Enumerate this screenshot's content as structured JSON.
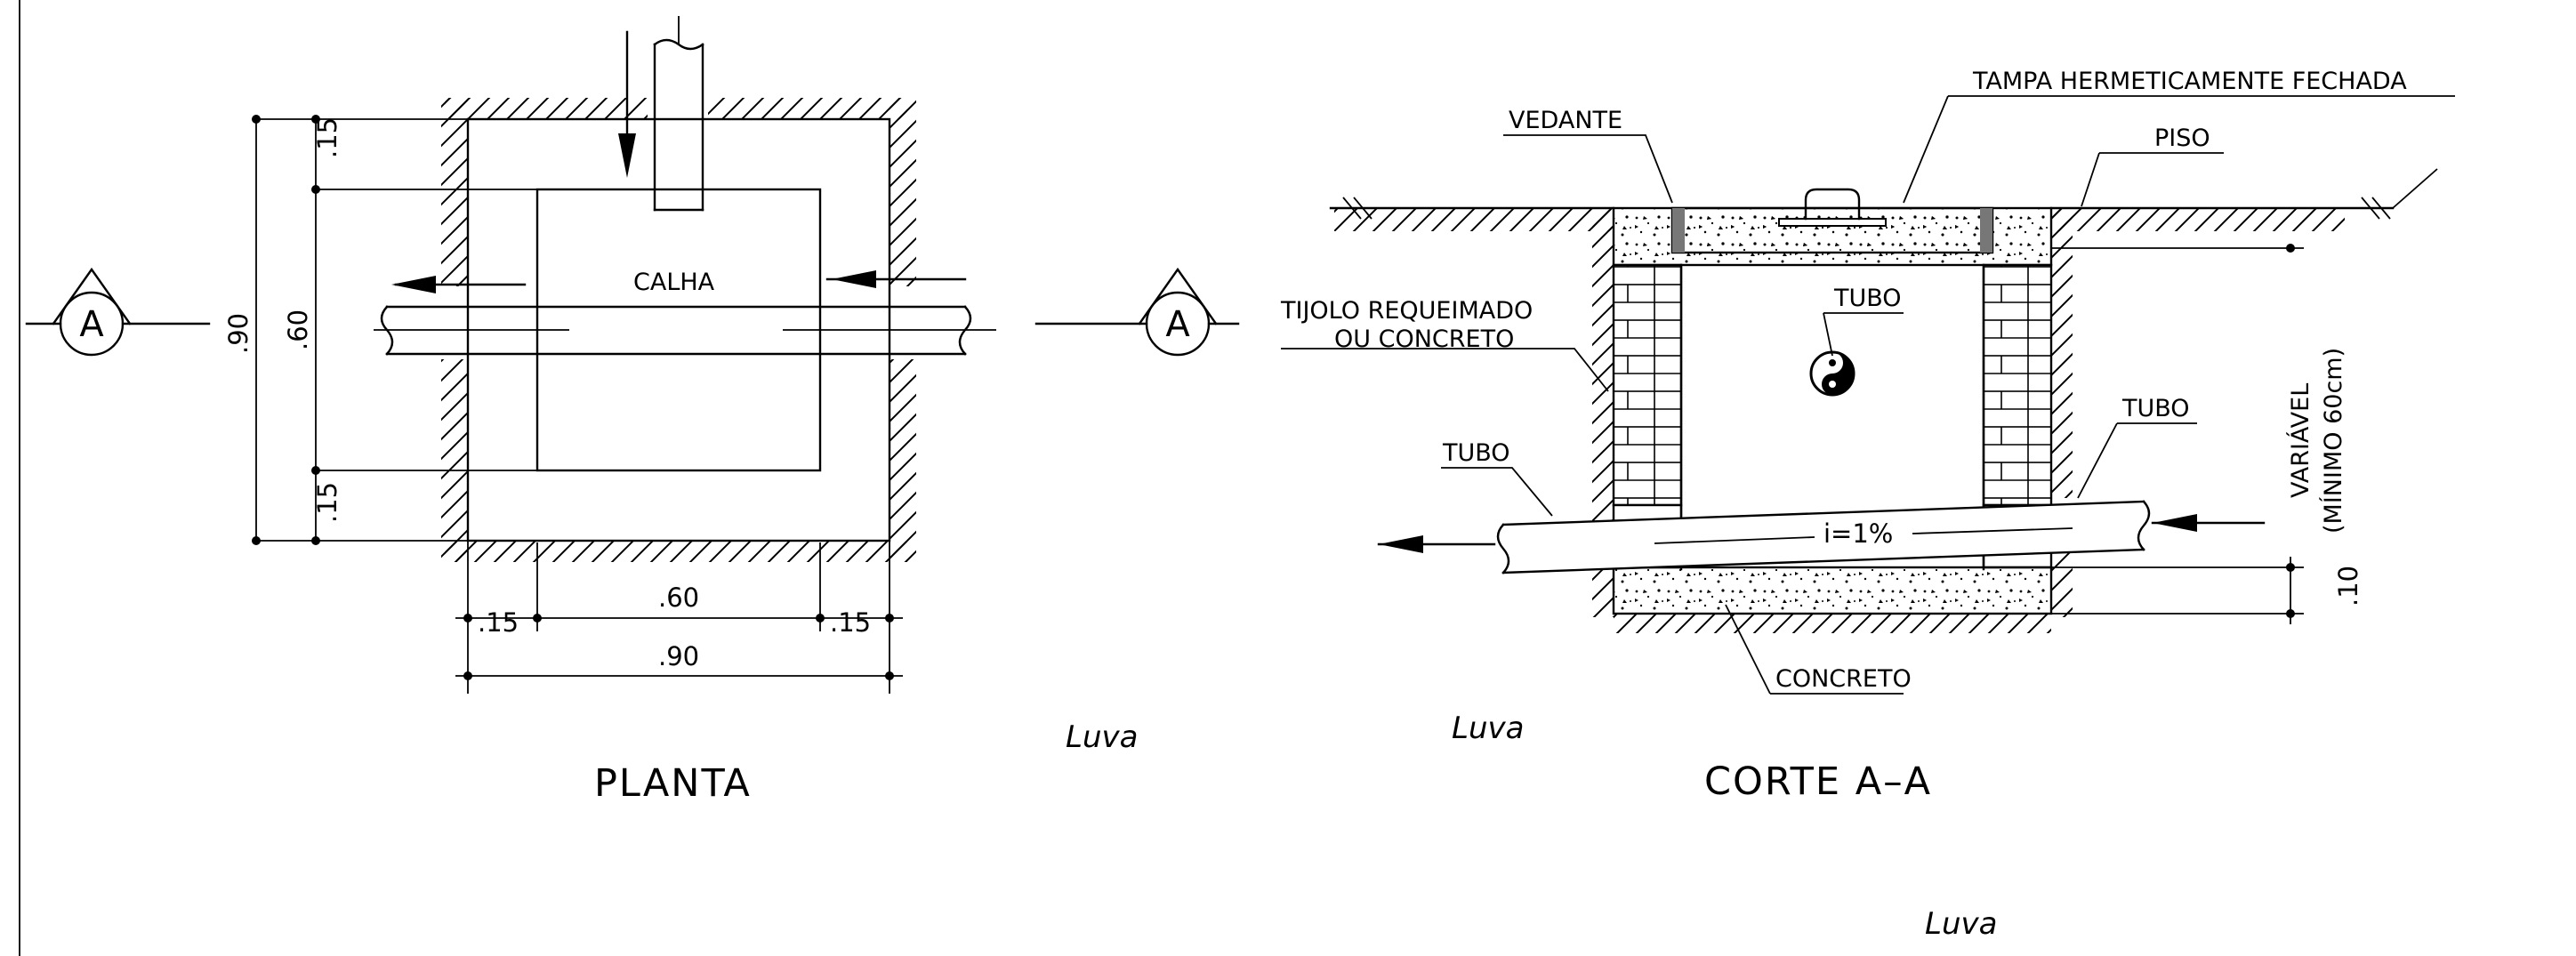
{
  "plan": {
    "title": "PLANTA",
    "calha_label": "CALHA",
    "section_marker": "A",
    "dims": {
      "overall_vertical": ".90",
      "inner_vertical": ".60",
      "top_offset": ".15",
      "bottom_offset": ".15",
      "left_offset": ".15",
      "inner_horizontal": ".60",
      "right_offset": ".15",
      "overall_horizontal": ".90"
    }
  },
  "section": {
    "title": "CORTE A–A",
    "tampa": "TAMPA HERMETICAMENTE FECHADA",
    "vedante": "VEDANTE",
    "piso": "PISO",
    "tijolo_line1": "TIJOLO REQUEIMADO",
    "tijolo_line2": "OU CONCRETO",
    "tubo_top": "TUBO",
    "tubo_right": "TUBO",
    "tubo_left": "TUBO",
    "variavel_line1": "VARIÁVEL",
    "variavel_line2": "(MÍNIMO 60cm)",
    "slope": "i=1%",
    "concreto": "CONCRETO",
    "base_dim": ".10"
  },
  "notes": {
    "luva_1": "Luva",
    "luva_2": "Luva",
    "luva_3": "Luva"
  }
}
